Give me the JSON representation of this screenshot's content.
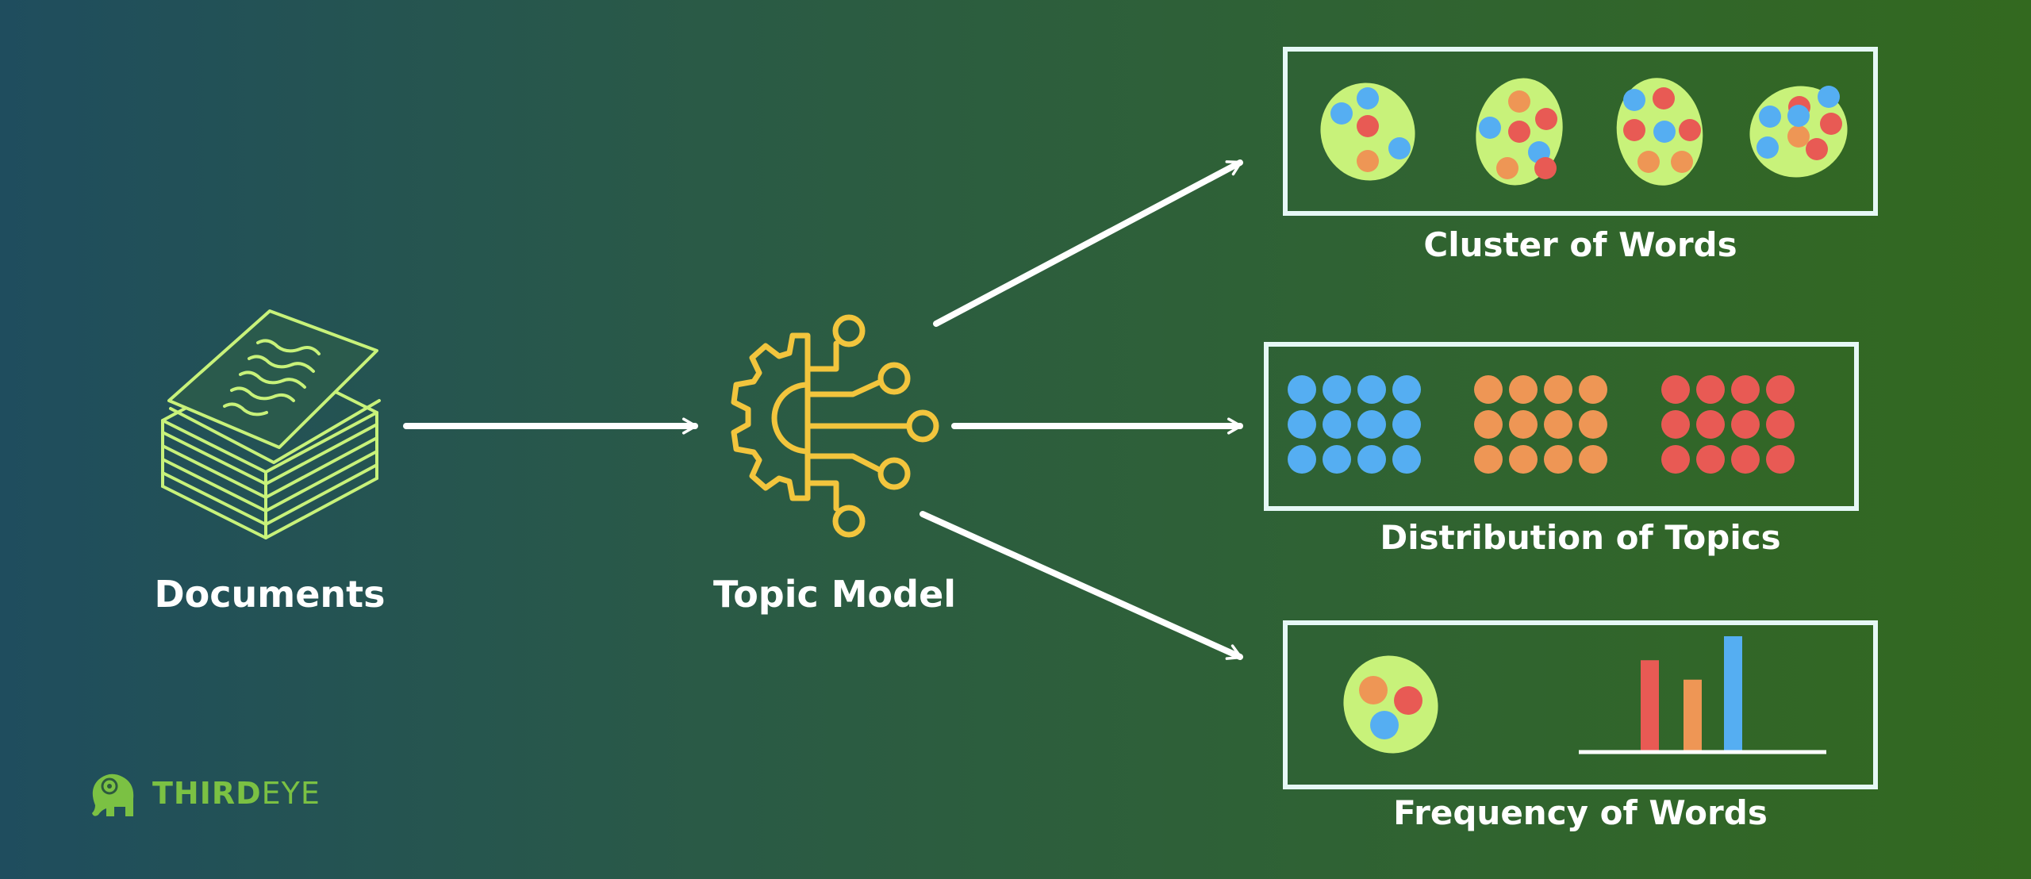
{
  "colors": {
    "bg_left": "#1f4d5e",
    "bg_right": "#33691f",
    "arrow": "#ffffff",
    "doc_stroke": "#c8f27a",
    "model_icon": "#f2c53d",
    "blob_fill": "#c8f27a",
    "dot_blue": "#55aef2",
    "dot_red": "#e85a54",
    "dot_orange": "#ee9655",
    "box_stroke": "#e6f8f6",
    "logo_green": "#7bc143"
  },
  "nodes": {
    "documents": {
      "label": "Documents",
      "icon": "paper-stack-icon"
    },
    "topic_model": {
      "label": "Topic Model",
      "icon": "gear-circuit-icon"
    }
  },
  "outputs": {
    "cluster": {
      "label": "Cluster of Words",
      "clusters": [
        [
          "blue",
          "blue",
          "red",
          "blue",
          "orange"
        ],
        [
          "orange",
          "blue",
          "red",
          "red",
          "blue",
          "orange",
          "red"
        ],
        [
          "blue",
          "red",
          "red",
          "blue",
          "red",
          "orange",
          "orange"
        ],
        [
          "blue",
          "red",
          "blue",
          "orange",
          "red",
          "blue",
          "red",
          "blue"
        ]
      ]
    },
    "distribution": {
      "label": "Distribution of Topics",
      "groups": [
        {
          "color": "blue",
          "rows": 3,
          "cols": 4
        },
        {
          "color": "orange",
          "rows": 3,
          "cols": 4
        },
        {
          "color": "red",
          "rows": 3,
          "cols": 4
        }
      ]
    },
    "frequency": {
      "label": "Frequency of Words",
      "blob_dots": [
        "orange",
        "red",
        "blue"
      ],
      "bars": [
        {
          "color": "red",
          "value": 0.79
        },
        {
          "color": "orange",
          "value": 0.62
        },
        {
          "color": "blue",
          "value": 1.0
        }
      ]
    }
  },
  "logo": {
    "text_bold": "THIRD",
    "text_light": "EYE",
    "icon": "elephant-logo-icon"
  }
}
